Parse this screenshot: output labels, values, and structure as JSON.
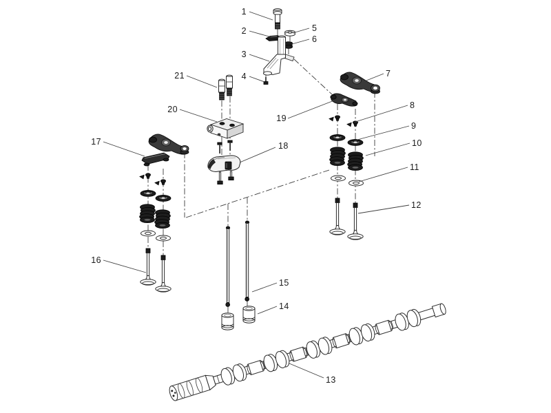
{
  "figure": {
    "type": "exploded-parts-diagram",
    "subject": "valvetrain-camshaft-assembly",
    "background": "#ffffff",
    "line_color": "#2a2a2a",
    "callouts": [
      {
        "num": "1"
      },
      {
        "num": "2"
      },
      {
        "num": "3"
      },
      {
        "num": "4"
      },
      {
        "num": "5"
      },
      {
        "num": "6"
      },
      {
        "num": "7"
      },
      {
        "num": "8"
      },
      {
        "num": "9"
      },
      {
        "num": "10"
      },
      {
        "num": "11"
      },
      {
        "num": "12"
      },
      {
        "num": "13"
      },
      {
        "num": "14"
      },
      {
        "num": "15"
      },
      {
        "num": "16"
      },
      {
        "num": "17"
      },
      {
        "num": "18"
      },
      {
        "num": "19"
      },
      {
        "num": "20"
      },
      {
        "num": "21"
      }
    ]
  }
}
